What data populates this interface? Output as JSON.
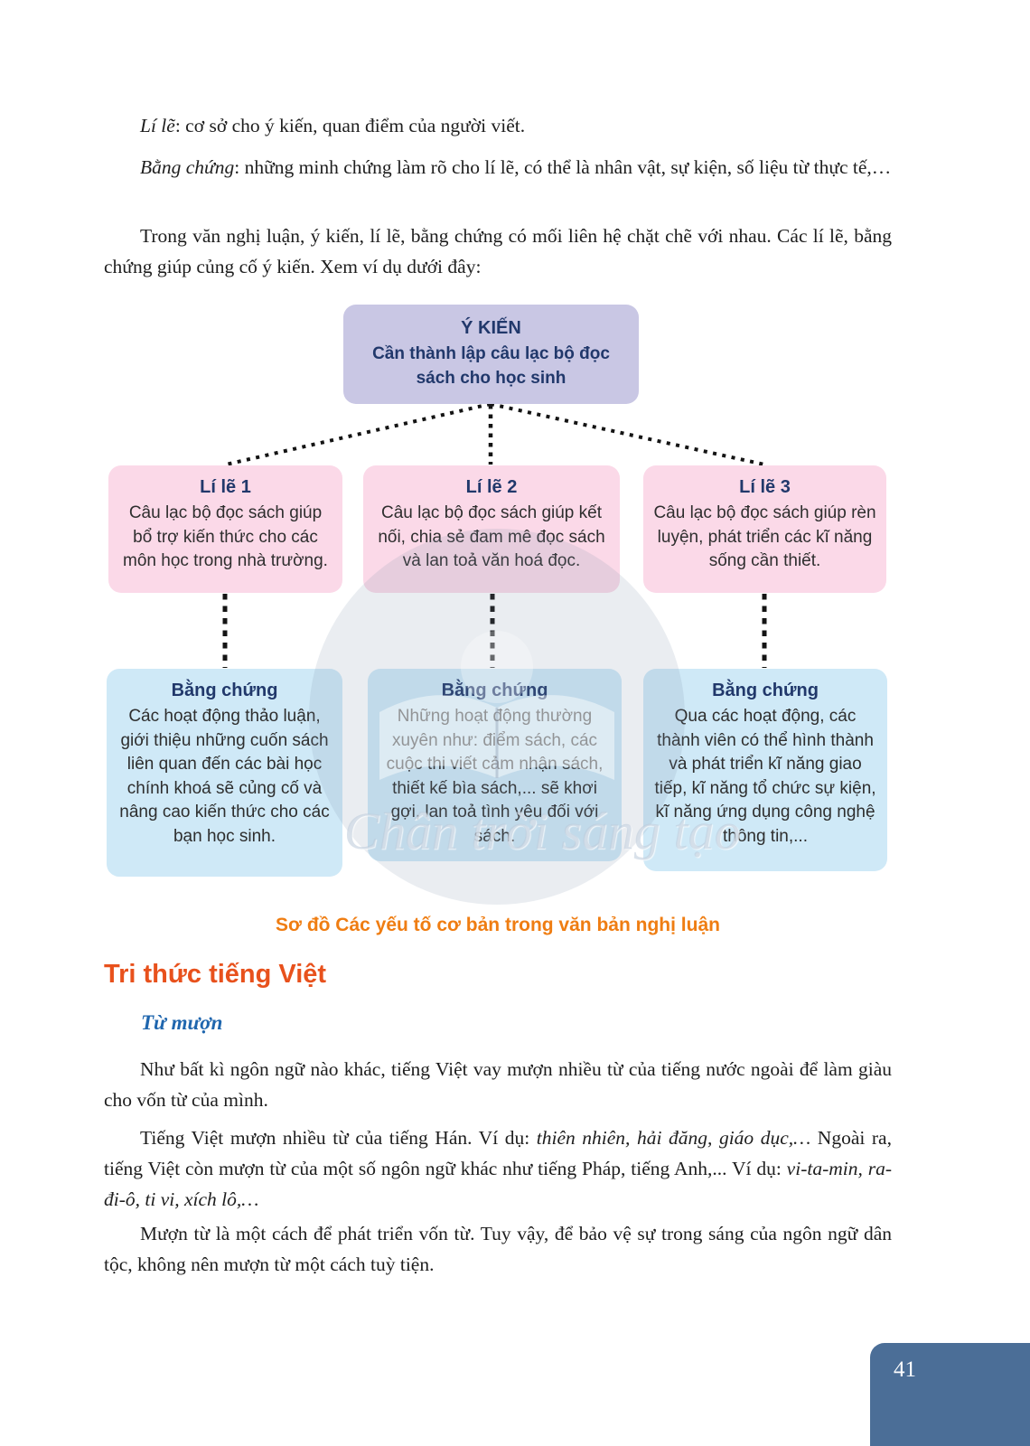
{
  "intro": {
    "p1": {
      "lead": "Lí lẽ",
      "rest": ": cơ sở cho ý kiến, quan điểm của người viết."
    },
    "p2": {
      "lead": "Bằng chứng",
      "rest": ": những minh chứng làm rõ cho lí lẽ, có thể là nhân vật, sự kiện, số liệu từ thực tế,…"
    },
    "p3": "Trong văn nghị luận, ý kiến, lí lẽ, bằng chứng có mối liên hệ chặt chẽ với nhau. Các lí lẽ, bằng chứng giúp củng cố ý kiến. Xem ví dụ dưới đây:"
  },
  "diagram": {
    "opinion": {
      "title": "Ý KIẾN",
      "text": "Cần thành lập câu lạc bộ đọc sách cho học sinh"
    },
    "reasons": [
      {
        "title": "Lí lẽ 1",
        "text": "Câu lạc bộ đọc sách giúp bổ trợ kiến thức cho các môn học trong nhà trường."
      },
      {
        "title": "Lí lẽ 2",
        "text": "Câu lạc bộ đọc sách giúp kết nối, chia sẻ đam mê đọc sách và lan toả văn hoá đọc."
      },
      {
        "title": "Lí lẽ 3",
        "text": "Câu lạc bộ đọc sách giúp rèn luyện, phát triển các kĩ năng sống cần thiết."
      }
    ],
    "evidence": [
      {
        "title": "Bằng chứng",
        "text": "Các hoạt động thảo luận, giới thiệu những cuốn sách liên quan đến các bài học chính khoá sẽ củng cố và nâng cao kiến thức cho các bạn học sinh."
      },
      {
        "title": "Bằng chứng",
        "text": "Những hoạt động thường xuyên như: điểm sách, các cuộc thi viết cảm nhận sách, thiết kế bìa sách,... sẽ khơi gợi, lan toả tình yêu đối với sách."
      },
      {
        "title": "Bằng chứng",
        "text": "Qua các hoạt động, các thành viên có thể hình thành và phát triển kĩ năng giao tiếp, kĩ năng tổ chức sự kiện, kĩ năng ứng dụng công nghệ thông tin,..."
      }
    ],
    "caption": "Sơ đồ Các yếu tố cơ bản trong văn bản nghị luận"
  },
  "section": {
    "heading": "Tri thức tiếng Việt",
    "subheading": "Từ mượn",
    "p1": "Như bất kì ngôn ngữ nào khác, tiếng Việt vay mượn nhiều từ của tiếng nước ngoài để làm giàu cho vốn từ của mình.",
    "p2": {
      "a": "Tiếng Việt mượn nhiều từ của tiếng Hán. Ví dụ: ",
      "b": "thiên nhiên, hải đăng, giáo dục,…",
      "c": " Ngoài ra, tiếng Việt còn mượn từ của một số ngôn ngữ khác như tiếng Pháp, tiếng Anh,... Ví dụ: ",
      "d": "vi-ta-min, ra-đi-ô, ti vi, xích lô,…"
    },
    "p3": "Mượn từ là một cách để phát triển vốn từ. Tuy vậy, để bảo vệ sự trong sáng của ngôn ngữ dân tộc, không nên mượn từ một cách tuỳ tiện."
  },
  "watermark": "Chân trời sáng tạo",
  "page_number": "41",
  "colors": {
    "opinion_box": "#c9c7e4",
    "reason_box": "#fbd9e8",
    "evidence_box": "#cfe9f7",
    "box_title_navy": "#21386b",
    "caption_orange": "#ef7d12",
    "heading_red_orange": "#e8511c",
    "subheading_blue": "#1f66ae",
    "page_tab_blue": "#4b6e97"
  }
}
